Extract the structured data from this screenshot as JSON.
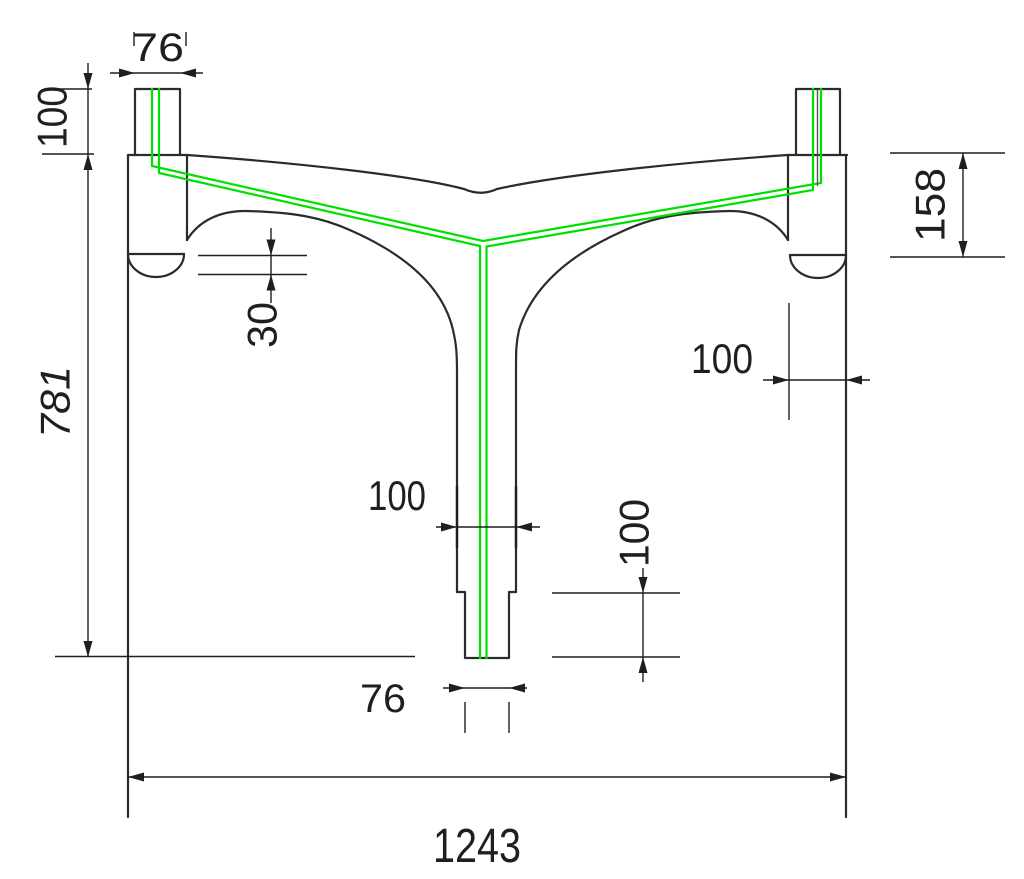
{
  "colors": {
    "ink": "#2b2b2b",
    "dim": "#1f1f1f",
    "green": "#00e000",
    "gray": "#555555",
    "bg": "#ffffff"
  },
  "dims": {
    "top_post_width": "76",
    "left_post_height": "100",
    "left_overall_height": "781",
    "notch_depth": "30",
    "stem_width": "100",
    "right_block_width": "100",
    "right_block_height": "158",
    "tip_height": "100",
    "tip_width": "76",
    "overall_width": "1243"
  }
}
